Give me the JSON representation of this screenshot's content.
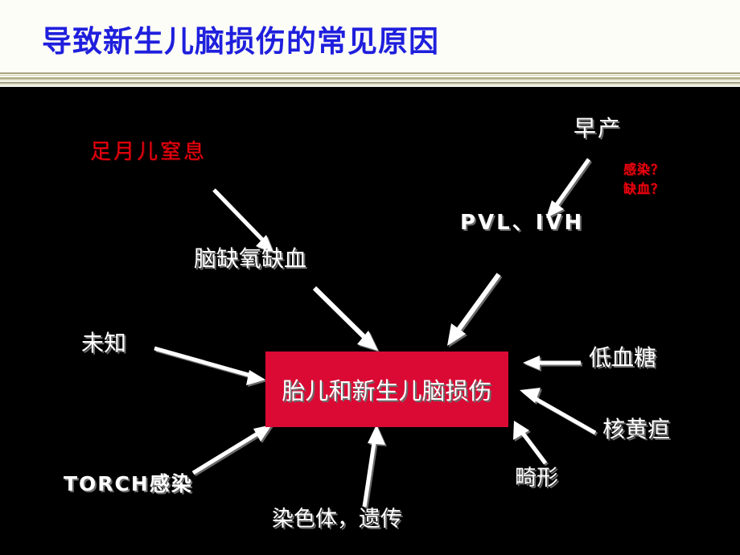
{
  "slide": {
    "title": "导致新生儿脑损伤的常见原因",
    "title_color": "#1f1fdd",
    "header_bg": "#fdfdf7",
    "canvas_bg": "#000000"
  },
  "diagram": {
    "center": {
      "label": "胎儿和新生儿脑损伤",
      "fill_color": "#da0a34",
      "text_color": "#ffffff"
    },
    "nodes": [
      {
        "id": "term-asphyxia",
        "label": "足月儿窒息",
        "color": "#e8000d"
      },
      {
        "id": "hie",
        "label": "脑缺氧缺血",
        "color": "#ffffff"
      },
      {
        "id": "preterm",
        "label": "早产",
        "color": "#ffffff"
      },
      {
        "id": "pvl-ivh",
        "label": "PVL、IVH",
        "color": "#ffffff"
      },
      {
        "id": "infection-query",
        "label": "感染？",
        "color": "#e8000d"
      },
      {
        "id": "ischemia-query",
        "label": "缺血？",
        "color": "#e8000d"
      },
      {
        "id": "unknown",
        "label": "未知",
        "color": "#ffffff"
      },
      {
        "id": "torch",
        "label": "TORCH感染",
        "color": "#ffffff"
      },
      {
        "id": "chromosome",
        "label": "染色体，遗传",
        "color": "#ffffff"
      },
      {
        "id": "malformation",
        "label": "畸形",
        "color": "#ffffff"
      },
      {
        "id": "kernicterus",
        "label": "核黄疸",
        "color": "#ffffff"
      },
      {
        "id": "hypoglycemia",
        "label": "低血糖",
        "color": "#ffffff"
      }
    ],
    "arrow_color": "#ffffff",
    "arrows": [
      {
        "from": "term-asphyxia",
        "to": "hie"
      },
      {
        "from": "preterm",
        "to": "pvl-ivh"
      },
      {
        "from": "hie",
        "to": "center"
      },
      {
        "from": "pvl-ivh",
        "to": "center"
      },
      {
        "from": "unknown",
        "to": "center"
      },
      {
        "from": "torch",
        "to": "center"
      },
      {
        "from": "chromosome",
        "to": "center"
      },
      {
        "from": "malformation",
        "to": "center"
      },
      {
        "from": "kernicterus",
        "to": "center"
      },
      {
        "from": "hypoglycemia",
        "to": "center"
      }
    ]
  }
}
